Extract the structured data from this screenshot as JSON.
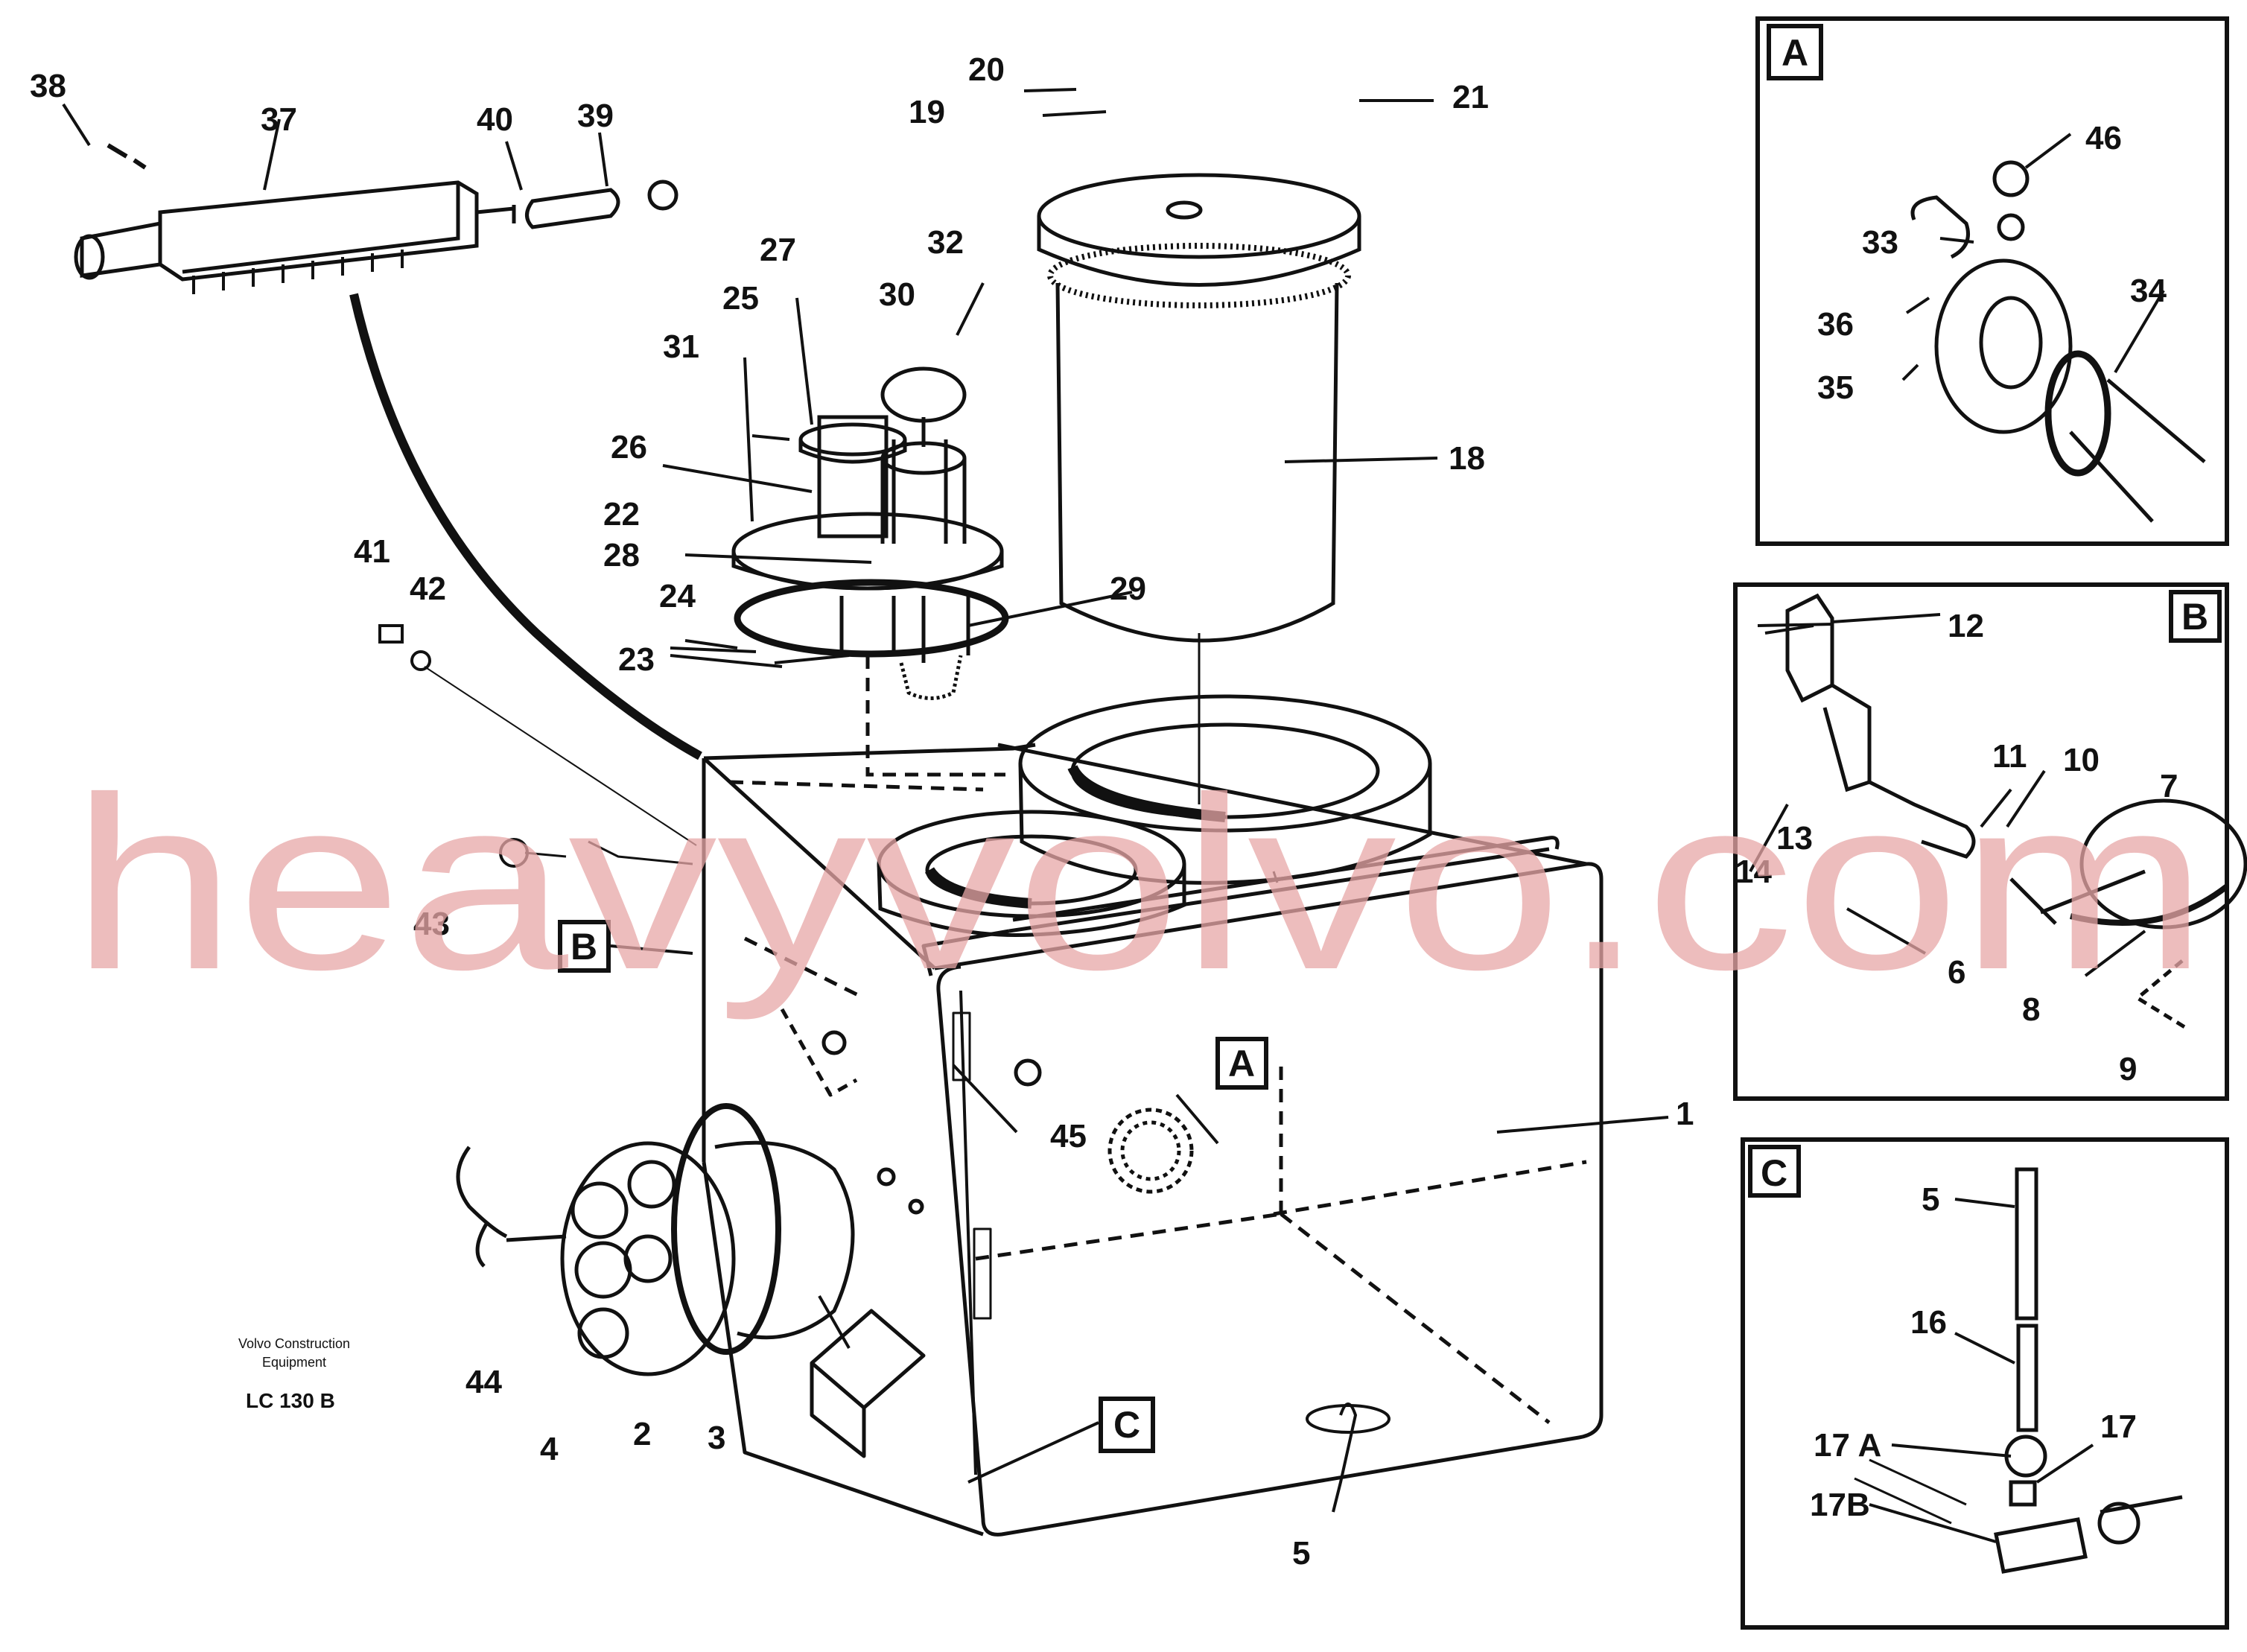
{
  "footer": {
    "line1": "Volvo Construction",
    "line2": "Equipment",
    "model": "LC 130 B"
  },
  "watermark": "heavyvolvo.com",
  "views": {
    "A": "A",
    "B": "B",
    "C": "C"
  },
  "labels": {
    "n1": "1",
    "n2": "2",
    "n3": "3",
    "n4": "4",
    "n5": "5",
    "n18": "18",
    "n19": "19",
    "n20": "20",
    "n21": "21",
    "n22": "22",
    "n23": "23",
    "n24": "24",
    "n25": "25",
    "n26": "26",
    "n27": "27",
    "n28": "28",
    "n29": "29",
    "n30": "30",
    "n31": "31",
    "n32": "32",
    "n37": "37",
    "n38": "38",
    "n39": "39",
    "n40": "40",
    "n41": "41",
    "n42": "42",
    "n43": "43",
    "n44": "44",
    "n45": "45",
    "a33": "33",
    "a34": "34",
    "a35": "35",
    "a36": "36",
    "a46": "46",
    "b6": "6",
    "b7": "7",
    "b8": "8",
    "b9": "9",
    "b10": "10",
    "b11": "11",
    "b12": "12",
    "b13": "13",
    "b14": "14",
    "c5": "5",
    "c16": "16",
    "c17": "17",
    "c17a": "17 A",
    "c17b": "17B"
  },
  "colors": {
    "ink": "#111111",
    "watermark": "#e8a7a7",
    "background": "#ffffff"
  }
}
